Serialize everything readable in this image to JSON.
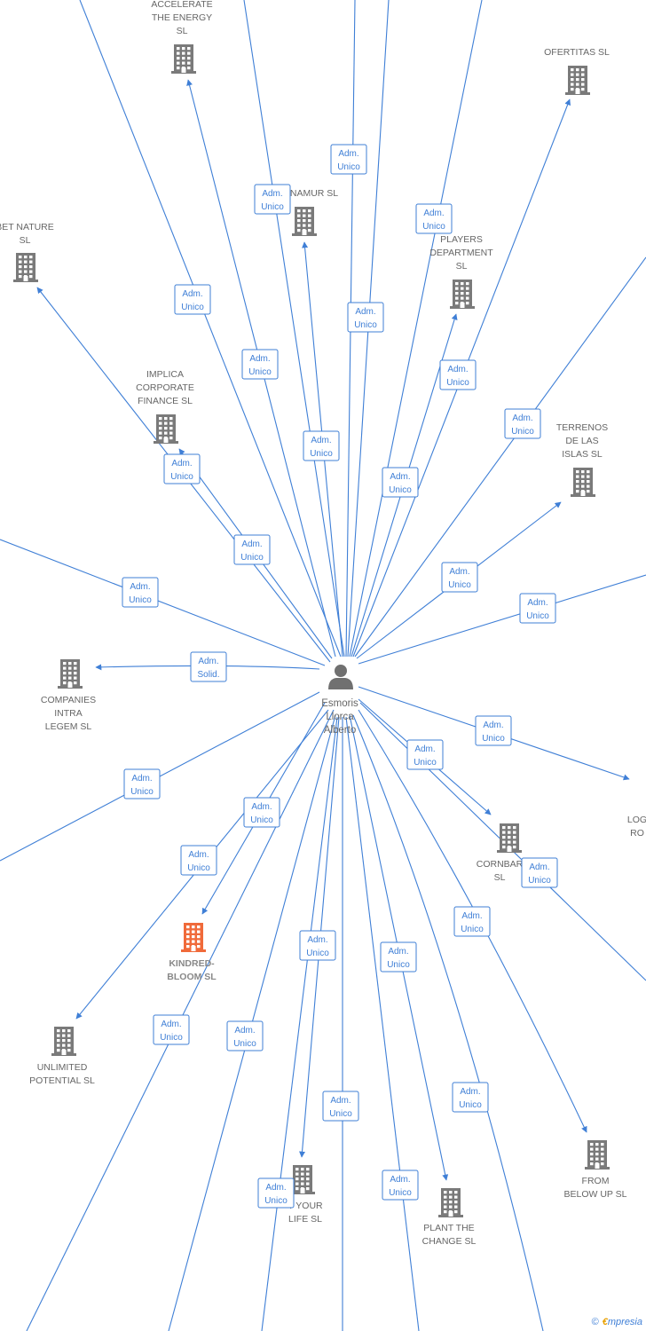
{
  "center": {
    "name_lines": [
      "Esmoris",
      "Llorca",
      "Alberto"
    ]
  },
  "branding": {
    "copyright": "©",
    "brand_initial": "€",
    "brand_rest": "mpresia"
  },
  "nodes": [
    {
      "id": "accelerate",
      "lines": [
        "ACCELERATE",
        "THE ENERGY",
        "SL"
      ]
    },
    {
      "id": "ofertitas",
      "lines": [
        "OFERTITAS  SL"
      ]
    },
    {
      "id": "namur",
      "lines": [
        "NAMUR  SL"
      ]
    },
    {
      "id": "bet-nature",
      "lines": [
        "BET NATURE",
        "SL"
      ]
    },
    {
      "id": "players",
      "lines": [
        "PLAYERS",
        "DEPARTMENT",
        "SL"
      ]
    },
    {
      "id": "implica",
      "lines": [
        "IMPLICA",
        "CORPORATE",
        "FINANCE  SL"
      ]
    },
    {
      "id": "terrenos",
      "lines": [
        "TERRENOS",
        "DE LAS",
        "ISLAS  SL"
      ]
    },
    {
      "id": "companies",
      "lines": [
        "COMPANIES",
        "INTRA",
        "LEGEM SL"
      ]
    },
    {
      "id": "log-ro",
      "lines": [
        "LOG",
        "RO"
      ]
    },
    {
      "id": "cornbar",
      "lines": [
        "CORNBAR",
        "SL"
      ]
    },
    {
      "id": "kindred",
      "lines": [
        "KINDRED-",
        "BLOOM  SL"
      ],
      "highlight": true
    },
    {
      "id": "unlimited",
      "lines": [
        "UNLIMITED",
        "POTENTIAL  SL"
      ]
    },
    {
      "id": "from-below",
      "lines": [
        "FROM",
        "BELOW UP  SL"
      ]
    },
    {
      "id": "your-life",
      "lines": [
        "T YOUR",
        "LIFE  SL"
      ]
    },
    {
      "id": "plant",
      "lines": [
        "PLANT THE",
        "CHANGE  SL"
      ]
    }
  ],
  "edges": [
    {
      "label": [
        "Adm.",
        "Unico"
      ]
    },
    {
      "label": [
        "Adm.",
        "Unico"
      ]
    },
    {
      "label": [
        "Adm.",
        "Unico"
      ]
    },
    {
      "label": [
        "Adm.",
        "Unico"
      ]
    },
    {
      "label": [
        "Adm.",
        "Unico"
      ]
    },
    {
      "label": [
        "Adm.",
        "Unico"
      ]
    },
    {
      "label": [
        "Adm.",
        "Unico"
      ]
    },
    {
      "label": [
        "Adm.",
        "Unico"
      ]
    },
    {
      "label": [
        "Adm.",
        "Unico"
      ]
    },
    {
      "label": [
        "Adm.",
        "Unico"
      ]
    },
    {
      "label": [
        "Adm.",
        "Unico"
      ]
    },
    {
      "label": [
        "Adm.",
        "Unico"
      ]
    },
    {
      "label": [
        "Adm.",
        "Unico"
      ]
    },
    {
      "label": [
        "Adm.",
        "Unico"
      ]
    },
    {
      "label": [
        "Adm.",
        "Unico"
      ]
    },
    {
      "label": [
        "Adm.",
        "Solid."
      ]
    },
    {
      "label": [
        "Adm.",
        "Unico"
      ]
    },
    {
      "label": [
        "Adm.",
        "Unico"
      ]
    },
    {
      "label": [
        "Adm.",
        "Unico"
      ]
    },
    {
      "label": [
        "Adm.",
        "Unico"
      ]
    },
    {
      "label": [
        "Adm.",
        "Unico"
      ]
    },
    {
      "label": [
        "Adm.",
        "Unico"
      ]
    },
    {
      "label": [
        "Adm.",
        "Unico"
      ]
    },
    {
      "label": [
        "Adm.",
        "Unico"
      ]
    },
    {
      "label": [
        "Adm.",
        "Unico"
      ]
    },
    {
      "label": [
        "Adm.",
        "Unico"
      ]
    },
    {
      "label": [
        "Adm.",
        "Unico"
      ]
    },
    {
      "label": [
        "Adm.",
        "Unico"
      ]
    },
    {
      "label": [
        "Adm.",
        "Unico"
      ]
    },
    {
      "label": [
        "Adm.",
        "Unico"
      ]
    },
    {
      "label": [
        "Adm.",
        "Unico"
      ]
    },
    {
      "label": [
        "Adm.",
        "Unico"
      ]
    }
  ]
}
